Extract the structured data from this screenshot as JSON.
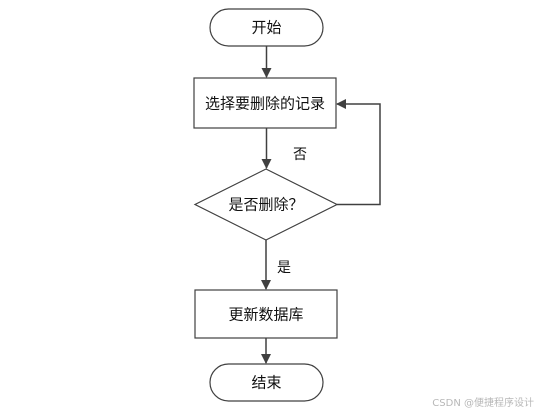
{
  "nodes": {
    "start": "开始",
    "select": "选择要删除的记录",
    "decision": "是否删除？",
    "update": "更新数据库",
    "end": "结束"
  },
  "edges": {
    "no_label": "否",
    "yes_label": "是"
  },
  "watermark": "CSDN @便捷程序设计"
}
